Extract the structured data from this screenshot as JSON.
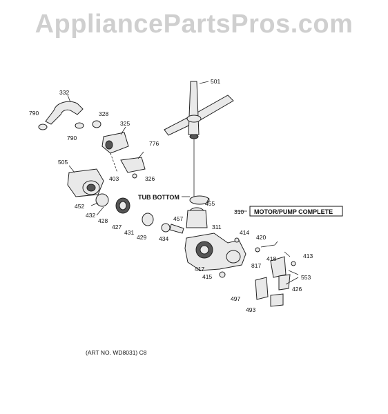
{
  "watermark": "AppliancePartsPros.com",
  "callouts": {
    "p332": "332",
    "p790a": "790",
    "p328": "328",
    "p790b": "790",
    "p325": "325",
    "p776": "776",
    "p505": "505",
    "p403": "403",
    "p326": "326",
    "p501": "501",
    "p452": "452",
    "p432": "432",
    "p428": "428",
    "p427": "427",
    "p431": "431",
    "p429": "429",
    "p434": "434",
    "p455": "455",
    "p457": "457",
    "p311": "311",
    "p310": "310",
    "p414": "414",
    "p420": "420",
    "p417": "417",
    "p415": "415",
    "p817": "817",
    "p418": "418",
    "p413": "413",
    "p553": "553",
    "p426": "426",
    "p497": "497",
    "p493": "493"
  },
  "tub_bottom": "TUB BOTTOM",
  "motor_pump_box": "MOTOR/PUMP COMPLETE",
  "art_no": "(ART NO. WD8031) C8"
}
